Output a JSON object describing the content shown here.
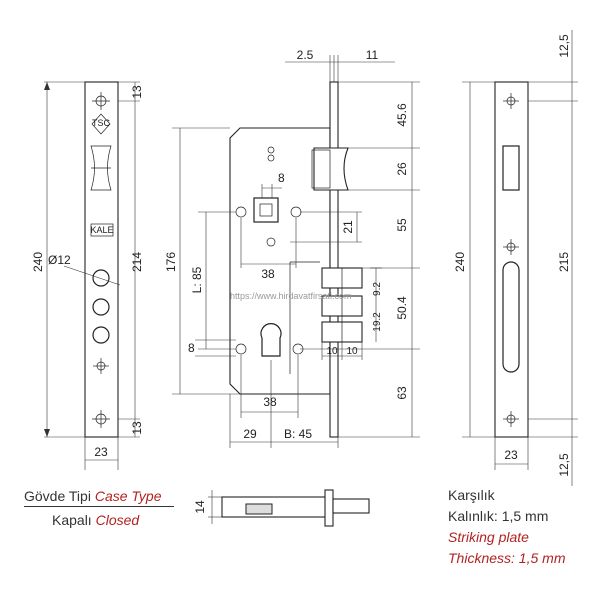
{
  "watermark": "https://www.hirdavatfirsati.com",
  "legend_left": {
    "line1_tr": "Gövde Tipi",
    "line1_en": "Case Type",
    "line2_tr": "Kapalı",
    "line2_en": "Closed"
  },
  "legend_right": {
    "line1": "Karşılık",
    "line2": "Kalınlık: 1,5 mm",
    "line3": "Striking plate",
    "line4": "Thickness: 1,5 mm"
  },
  "faceplate_view": {
    "dims": {
      "overall": "240",
      "inner": "214",
      "top": "13",
      "bottom": "13",
      "width": "23",
      "hole": "Ø12"
    },
    "logos": {
      "top": "TSC",
      "middle": "KALE"
    }
  },
  "body_view": {
    "dims": {
      "t25": "2.5",
      "t11": "11",
      "d456": "45.6",
      "d26": "26",
      "d8": "8",
      "d55": "55",
      "d21": "21",
      "d176": "176",
      "d85": "L: 85",
      "d38a": "38",
      "d92": "9.2",
      "d504": "50.4",
      "d192": "19.2",
      "d8b": "8",
      "d10a": "10",
      "d10b": "10",
      "d38b": "38",
      "d63": "63",
      "d29": "29",
      "d45": "B: 45"
    }
  },
  "strike_view": {
    "dims": {
      "top": "12,5",
      "overall": "240",
      "inner": "215",
      "width": "23",
      "bottom": "12,5"
    }
  },
  "case_view": {
    "dims": {
      "d14": "14"
    }
  }
}
